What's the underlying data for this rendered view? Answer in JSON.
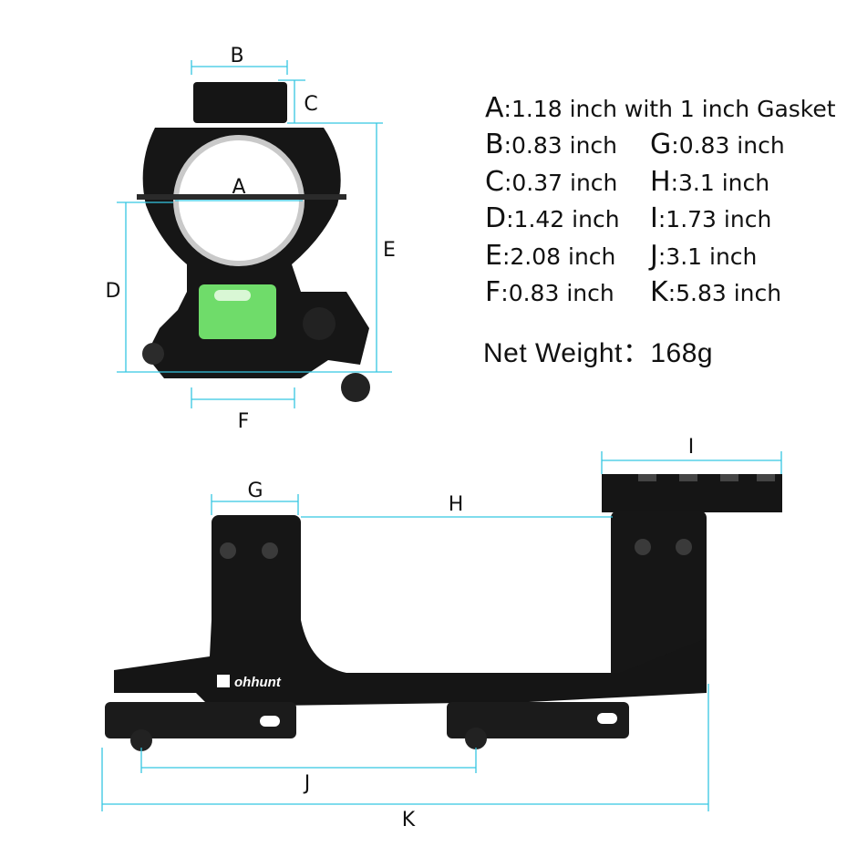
{
  "specs": [
    {
      "letter": "A",
      "value": "1.18 inch with 1 inch Gasket"
    },
    {
      "letter": "B",
      "value": "0.83 inch"
    },
    {
      "letter": "C",
      "value": "0.37 inch"
    },
    {
      "letter": "D",
      "value": "1.42 inch"
    },
    {
      "letter": "E",
      "value": "2.08 inch"
    },
    {
      "letter": "F",
      "value": "0.83 inch"
    },
    {
      "letter": "G",
      "value": "0.83 inch"
    },
    {
      "letter": "H",
      "value": "3.1 inch"
    },
    {
      "letter": "I",
      "value": "1.73 inch"
    },
    {
      "letter": "J",
      "value": "3.1 inch"
    },
    {
      "letter": "K",
      "value": "5.83 inch"
    }
  ],
  "weight": "Net Weight：168g",
  "labels": {
    "A": "A",
    "B": "B",
    "C": "C",
    "D": "D",
    "E": "E",
    "F": "F",
    "G": "G",
    "H": "H",
    "I": "I",
    "J": "J",
    "K": "K"
  },
  "brand": "ohhunt",
  "colors": {
    "dimension_line": "#35c6e2",
    "product": "#111111",
    "bubble_level": "#6fdc6a"
  }
}
